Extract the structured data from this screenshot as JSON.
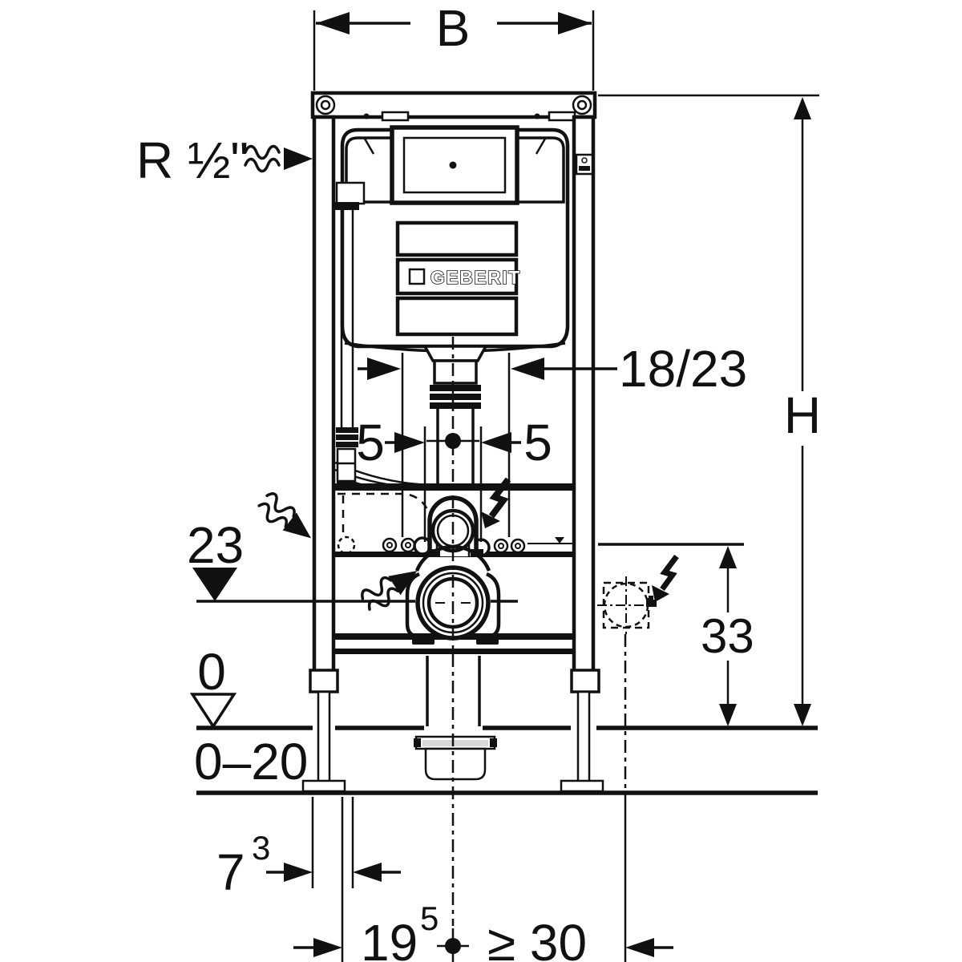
{
  "drawing": {
    "dim_width": "B",
    "dim_height": "H",
    "supply_thread": "R ½\"",
    "flush_pipe_depth": "18/23",
    "offset_left": "5",
    "offset_right": "5",
    "outlet_level": "23",
    "outlet_height": "33",
    "floor_level": "0",
    "floor_adjust": "0–20",
    "front_offset": {
      "base": "7",
      "sup": "3"
    },
    "drain_offset": {
      "base": "19",
      "sup": "5"
    },
    "elec_offset": "≥ 30",
    "brand": "GEBERIT"
  },
  "colors": {
    "ink": "#111111",
    "paper": "#ffffff",
    "lid_grey": "#d9d9d9"
  }
}
